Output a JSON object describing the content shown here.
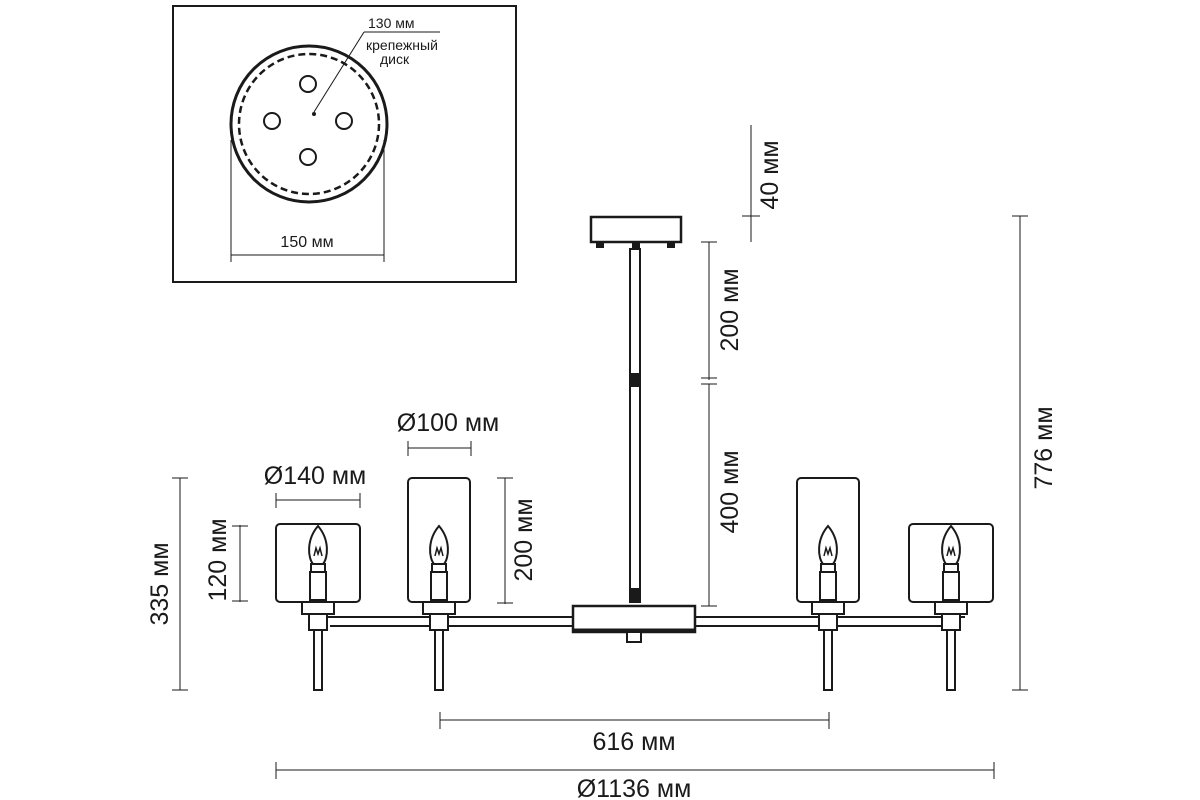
{
  "mount_detail": {
    "disk_diameter": "130 мм",
    "disk_caption_line1": "крепежный",
    "disk_caption_line2": "диск",
    "cup_width": "150 мм"
  },
  "dimensions": {
    "canopy_height": "40 мм",
    "rod_upper": "200 мм",
    "rod_lower": "400 мм",
    "total_height": "776 мм",
    "shade_small_diameter": "Ø100 мм",
    "shade_large_diameter": "Ø140 мм",
    "shade_large_height": "120 мм",
    "shade_small_height": "200 мм",
    "lamp_height": "335 мм",
    "inner_span": "616 мм",
    "overall_diameter": "Ø1136 мм"
  }
}
